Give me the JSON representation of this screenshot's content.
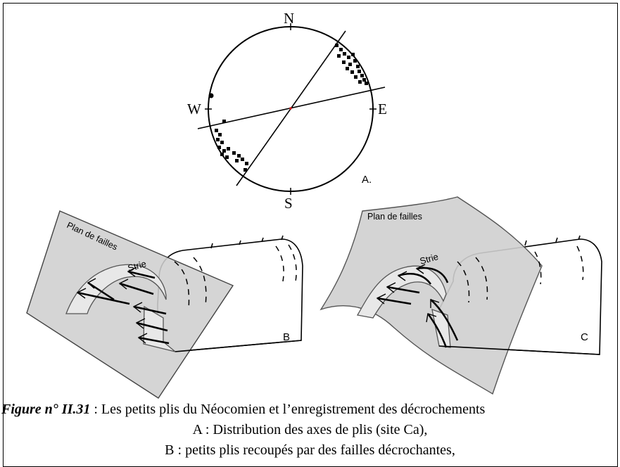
{
  "stereonet": {
    "north": "N",
    "south": "S",
    "east": "E",
    "west": "W",
    "panel_label": "A."
  },
  "block_b": {
    "plane_label": "Plan de failles",
    "striation_label": "Strie",
    "panel_label": "B"
  },
  "block_c": {
    "plane_label": "Plan de failles",
    "striation_label": "Strie",
    "panel_label": "C"
  },
  "caption": {
    "figure_id": "Figure n° II.31",
    "line1_text": " : Les petits plis du Néocomien et l’enregistrement des décrochements",
    "line2": "A : Distribution des axes de plis (site Ca),",
    "line3": "B : petits plis recoupés par des failles décrochantes,"
  },
  "colors": {
    "plane_fill": "#cfcfcf",
    "ink": "#000000",
    "center_mark": "#d21f1f"
  }
}
